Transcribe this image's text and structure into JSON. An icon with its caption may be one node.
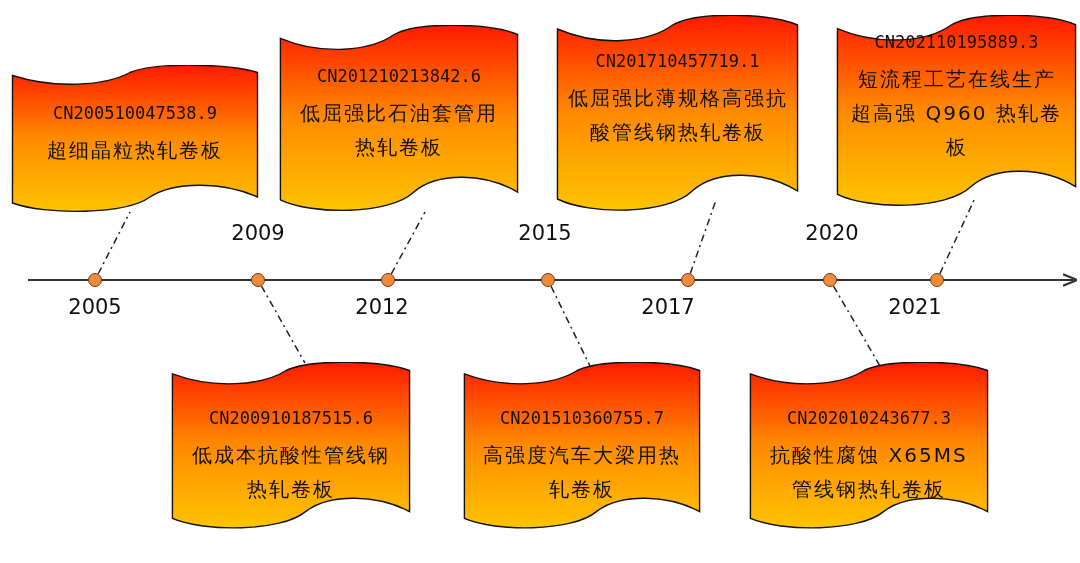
{
  "diagram": {
    "nodes": [
      {
        "text": [
          "CN200510047538.9",
          "超细晶粒热轧卷板"
        ]
      },
      {
        "text": [
          "CN201210213842.6",
          "低屈强比石油套管用热轧卷板"
        ]
      },
      {
        "text": [
          "CN201710457719.1",
          "低屈强比薄规格高强抗酸管线钢热轧卷板"
        ]
      },
      {
        "text": [
          "CN202110195889.3",
          "短流程工艺在线生产超高强 Q960 热轧卷板"
        ]
      },
      {
        "text": [
          "CN200910187515.6",
          "低成本抗酸性管线钢热轧卷板"
        ]
      },
      {
        "text": [
          "CN201510360755.7",
          "高强度汽车大梁用热轧卷板"
        ]
      },
      {
        "text": [
          "CN202010243677.3",
          "抗酸性腐蚀 X65MS 管线钢热轧卷板"
        ]
      },
      {
        "text": [],
        "shape": "circle"
      },
      {
        "text": [],
        "shape": "circle"
      },
      {
        "text": [],
        "shape": "circle"
      },
      {
        "text": [],
        "shape": "circle"
      },
      {
        "text": [],
        "shape": "circle"
      },
      {
        "text": [],
        "shape": "circle"
      },
      {
        "text": [],
        "shape": "circle"
      }
    ],
    "edges": [
      {
        "from": 7,
        "to": 0,
        "arrow": "none",
        "style": "dashed"
      },
      {
        "from": 8,
        "to": 4,
        "arrow": "none",
        "style": "dashed"
      },
      {
        "from": 9,
        "to": 1,
        "arrow": "none",
        "style": "dashed"
      },
      {
        "from": 10,
        "to": 5,
        "arrow": "none",
        "style": "dashed"
      },
      {
        "from": 11,
        "to": 2,
        "arrow": "none",
        "style": "dashed"
      },
      {
        "from": 12,
        "to": 6,
        "arrow": "none",
        "style": "dashed"
      },
      {
        "from": 13,
        "to": 3,
        "arrow": "none",
        "style": "dashed"
      }
    ],
    "labels": [
      "2009",
      "2015",
      "2020",
      "2005",
      "2012",
      "2017",
      "2021"
    ]
  }
}
